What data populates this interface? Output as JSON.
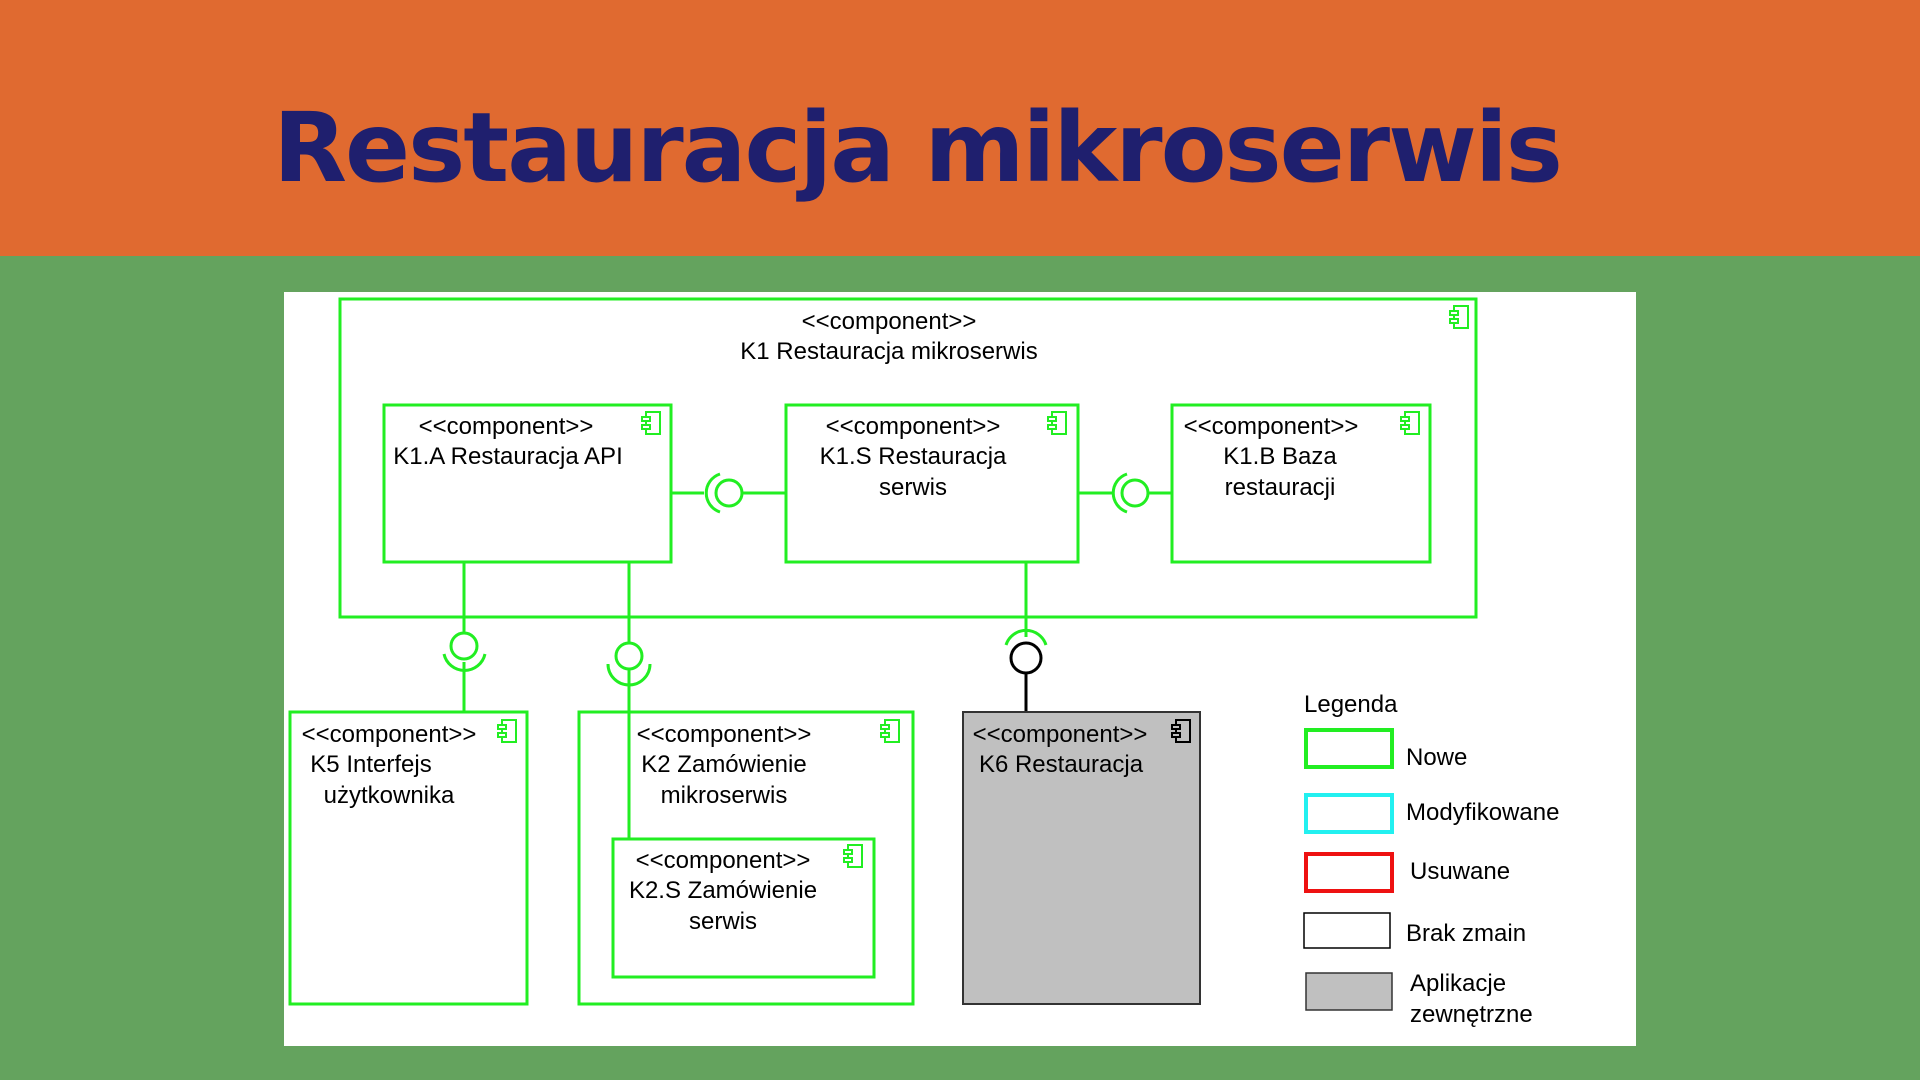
{
  "title": "Restauracja mikroserwis",
  "colors": {
    "header": "#e06a30",
    "background": "#64a35e",
    "title": "#1f1f6e",
    "new": "#22ee22",
    "modified": "#22f0f0",
    "removed": "#ee1111",
    "unchanged": "#000000",
    "external_fill": "#c0c0c0"
  },
  "components": {
    "k1": {
      "stereotype": "<<component>>",
      "name": "K1 Restauracja mikroserwis"
    },
    "k1a": {
      "stereotype": "<<component>>",
      "name": "K1.A Restauracja API"
    },
    "k1s": {
      "stereotype": "<<component>>",
      "name_line1": "K1.S Restauracja",
      "name_line2": "serwis"
    },
    "k1b": {
      "stereotype": "<<component>>",
      "name_line1": "K1.B Baza",
      "name_line2": "restauracji"
    },
    "k5": {
      "stereotype": "<<component>>",
      "name_line1": "K5 Interfejs",
      "name_line2": "użytkownika"
    },
    "k2": {
      "stereotype": "<<component>>",
      "name_line1": "K2 Zamówienie",
      "name_line2": "mikroserwis"
    },
    "k2s": {
      "stereotype": "<<component>>",
      "name_line1": "K2.S Zamówienie",
      "name_line2": "serwis"
    },
    "k6": {
      "stereotype": "<<component>>",
      "name": "K6 Restauracja"
    }
  },
  "legend": {
    "title": "Legenda",
    "items": [
      {
        "label": "Nowe"
      },
      {
        "label": "Modyfikowane"
      },
      {
        "label": "Usuwane"
      },
      {
        "label": "Brak zmain"
      },
      {
        "label_line1": "Aplikacje",
        "label_line2": "zewnętrzne"
      }
    ]
  }
}
